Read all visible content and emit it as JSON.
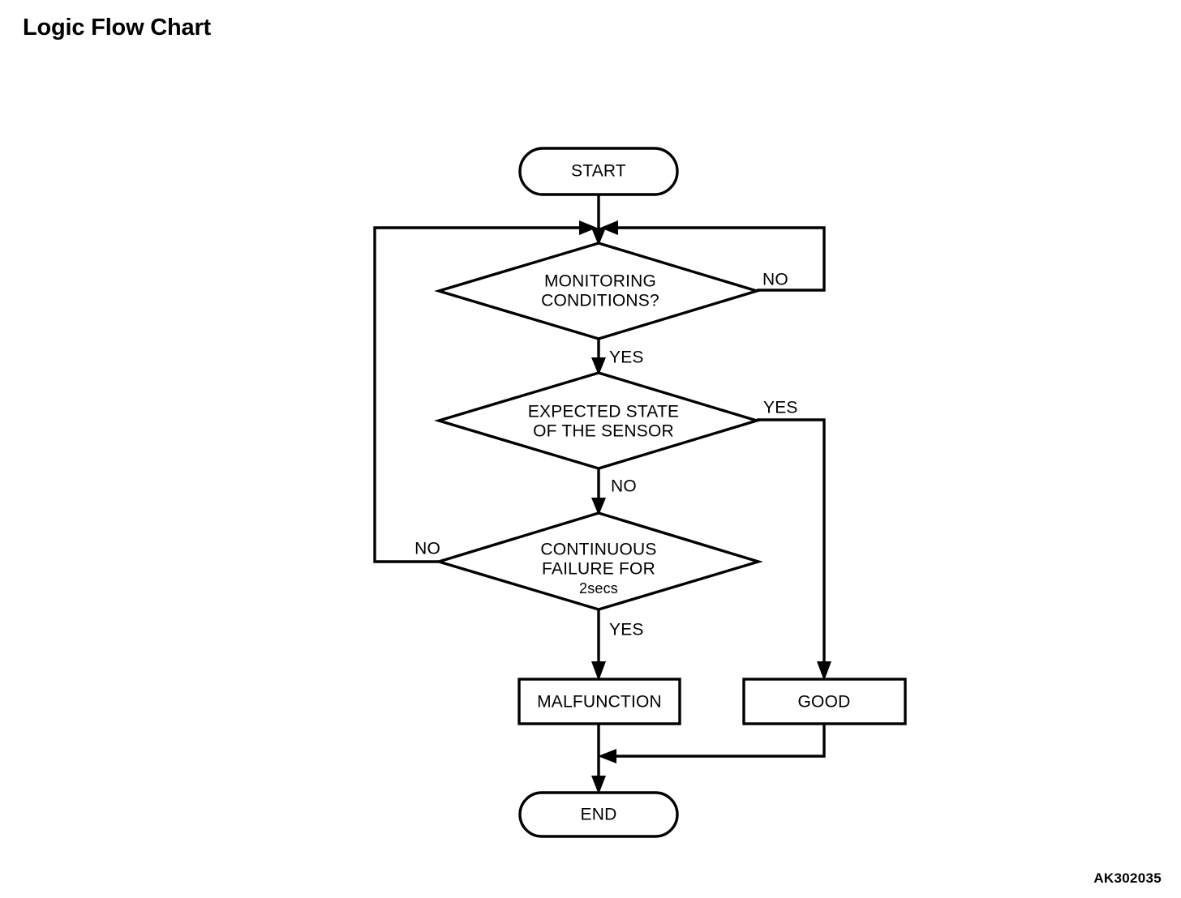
{
  "page": {
    "title": "Logic Flow Chart",
    "figure_code": "AK302035",
    "background_color": "#ffffff",
    "line_color": "#000000"
  },
  "chart_data": {
    "type": "diagram",
    "diagram_kind": "flowchart",
    "title": "Logic Flow Chart",
    "orientation": "top-to-bottom",
    "nodes": [
      {
        "id": "start",
        "shape": "terminator",
        "label": "START",
        "lines": [
          "START"
        ]
      },
      {
        "id": "monitoring",
        "shape": "decision",
        "label": "MONITORING CONDITIONS?",
        "lines": [
          "MONITORING",
          "CONDITIONS?"
        ]
      },
      {
        "id": "expected",
        "shape": "decision",
        "label": "EXPECTED STATE OF THE SENSOR",
        "lines": [
          "EXPECTED STATE",
          "OF THE SENSOR"
        ]
      },
      {
        "id": "continuous",
        "shape": "decision",
        "label": "CONTINUOUS FAILURE FOR 2secs",
        "lines": [
          "CONTINUOUS",
          "FAILURE FOR",
          "2secs"
        ]
      },
      {
        "id": "malfunction",
        "shape": "process",
        "label": "MALFUNCTION",
        "lines": [
          "MALFUNCTION"
        ]
      },
      {
        "id": "good",
        "shape": "process",
        "label": "GOOD",
        "lines": [
          "GOOD"
        ]
      },
      {
        "id": "end",
        "shape": "terminator",
        "label": "END",
        "lines": [
          "END"
        ]
      }
    ],
    "edges": [
      {
        "from": "start",
        "to": "monitoring",
        "label": ""
      },
      {
        "from": "monitoring",
        "to": "monitoring",
        "label": "NO",
        "route": "right-loop-back-to-entry"
      },
      {
        "from": "monitoring",
        "to": "expected",
        "label": "YES"
      },
      {
        "from": "expected",
        "to": "good",
        "label": "YES",
        "route": "right-then-down"
      },
      {
        "from": "expected",
        "to": "continuous",
        "label": "NO"
      },
      {
        "from": "continuous",
        "to": "monitoring",
        "label": "NO",
        "route": "left-loop-back-to-entry"
      },
      {
        "from": "continuous",
        "to": "malfunction",
        "label": "YES"
      },
      {
        "from": "malfunction",
        "to": "end",
        "label": ""
      },
      {
        "from": "good",
        "to": "end",
        "label": "",
        "route": "down-then-left"
      }
    ],
    "edge_labels": {
      "monitoring_no": "NO",
      "monitoring_yes": "YES",
      "expected_yes": "YES",
      "expected_no": "NO",
      "continuous_no": "NO",
      "continuous_yes": "YES"
    }
  },
  "nodes": {
    "start": {
      "text": "START"
    },
    "monitoring": {
      "line1": "MONITORING",
      "line2": "CONDITIONS?"
    },
    "expected": {
      "line1": "EXPECTED STATE",
      "line2": "OF THE SENSOR"
    },
    "continuous": {
      "line1": "CONTINUOUS",
      "line2": "FAILURE FOR",
      "line3": "2secs"
    },
    "malfunction": {
      "text": "MALFUNCTION"
    },
    "good": {
      "text": "GOOD"
    },
    "end": {
      "text": "END"
    }
  },
  "labels": {
    "monitoring_no": "NO",
    "monitoring_yes": "YES",
    "expected_yes": "YES",
    "expected_no": "NO",
    "continuous_no": "NO",
    "continuous_yes": "YES"
  }
}
